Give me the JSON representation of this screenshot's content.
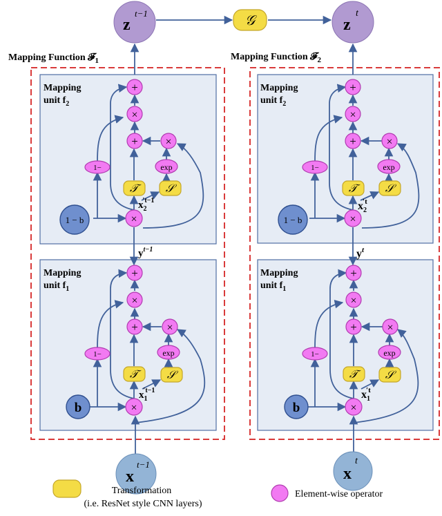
{
  "top": {
    "z_prev": "z",
    "z_prev_sup": "t−1",
    "g_label": "𝒢",
    "z_curr": "z",
    "z_curr_sup": "t"
  },
  "left": {
    "title": "Mapping Function 𝓕",
    "title_sub": "1",
    "unit2_line1": "Mapping",
    "unit2_line2": "unit f",
    "unit2_sub": "2",
    "unit1_line1": "Mapping",
    "unit1_line2": "unit f",
    "unit1_sub": "1",
    "b2_label": "1 − b",
    "b1_label": "b",
    "x2_label": "x",
    "x2_sub": "2",
    "x2_sup": "′t−1",
    "x1_label": "x",
    "x1_sub": "1",
    "x1_sup": "′t−1",
    "y_label": "y",
    "y_sup": "t−1",
    "input_label": "x",
    "input_sup": "t−1"
  },
  "right": {
    "title": "Mapping Function 𝓕",
    "title_sub": "2",
    "unit2_line1": "Mapping",
    "unit2_line2": "unit f",
    "unit2_sub": "2",
    "unit1_line1": "Mapping",
    "unit1_line2": "unit f",
    "unit1_sub": "1",
    "b2_label": "1 − b",
    "b1_label": "b",
    "x2_label": "x",
    "x2_sub": "2",
    "x2_sup": "′t",
    "x1_label": "x",
    "x1_sub": "1",
    "x1_sup": "′t",
    "y_label": "y",
    "y_sup": "t",
    "input_label": "x",
    "input_sup": "t"
  },
  "ops": {
    "plus": "+",
    "times": "×",
    "one_minus": "1−",
    "exp": "exp",
    "t": "𝒯",
    "s": "𝒮"
  },
  "legend": {
    "transform_line1": "Transformation",
    "transform_line2": "(i.e. ResNet style CNN layers)",
    "elementwise": "Element-wise operator"
  },
  "colors": {
    "operator": "#f27af2",
    "transform": "#f4dc45",
    "z_node": "#b19ad1",
    "x_node": "#93b4d6",
    "b_node": "#6f8fce",
    "dashed_frame": "#d93a3a",
    "unit_fill": "#e6ecf5",
    "arrow": "#41619a"
  }
}
